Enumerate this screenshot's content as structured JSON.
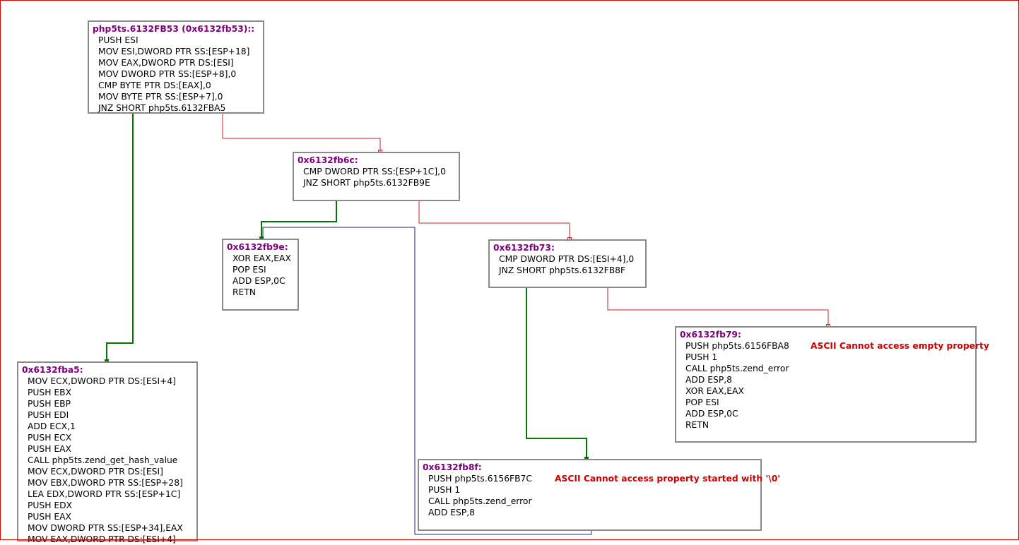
{
  "graph": {
    "blocks": [
      {
        "id": "b-6132fb53",
        "header": "php5ts.6132FB53 (0x6132fb53)::",
        "lines": [
          {
            "text": "PUSH ESI",
            "comment": ""
          },
          {
            "text": "MOV ESI,DWORD PTR SS:[ESP+18]",
            "comment": ""
          },
          {
            "text": "MOV EAX,DWORD PTR DS:[ESI]",
            "comment": ""
          },
          {
            "text": "MOV DWORD PTR SS:[ESP+8],0",
            "comment": ""
          },
          {
            "text": "CMP BYTE PTR DS:[EAX],0",
            "comment": ""
          },
          {
            "text": "MOV BYTE PTR SS:[ESP+7],0",
            "comment": ""
          },
          {
            "text": "JNZ SHORT php5ts.6132FBA5",
            "comment": ""
          }
        ]
      },
      {
        "id": "b-6132fb6c",
        "header": "0x6132fb6c:",
        "lines": [
          {
            "text": "CMP DWORD PTR SS:[ESP+1C],0",
            "comment": ""
          },
          {
            "text": "JNZ SHORT php5ts.6132FB9E",
            "comment": ""
          }
        ]
      },
      {
        "id": "b-6132fb9e",
        "header": "0x6132fb9e:",
        "lines": [
          {
            "text": "XOR EAX,EAX",
            "comment": ""
          },
          {
            "text": "POP ESI",
            "comment": ""
          },
          {
            "text": "ADD ESP,0C",
            "comment": ""
          },
          {
            "text": "RETN",
            "comment": ""
          }
        ]
      },
      {
        "id": "b-6132fb73",
        "header": "0x6132fb73:",
        "lines": [
          {
            "text": "CMP DWORD PTR DS:[ESI+4],0",
            "comment": ""
          },
          {
            "text": "JNZ SHORT php5ts.6132FB8F",
            "comment": ""
          }
        ]
      },
      {
        "id": "b-6132fb79",
        "header": "0x6132fb79:",
        "lines": [
          {
            "text": "PUSH php5ts.6156FBA8",
            "comment": "ASCII Cannot access empty property"
          },
          {
            "text": "PUSH 1",
            "comment": ""
          },
          {
            "text": "CALL php5ts.zend_error",
            "comment": ""
          },
          {
            "text": "ADD ESP,8",
            "comment": ""
          },
          {
            "text": "XOR EAX,EAX",
            "comment": ""
          },
          {
            "text": "POP ESI",
            "comment": ""
          },
          {
            "text": "ADD ESP,0C",
            "comment": ""
          },
          {
            "text": "RETN",
            "comment": ""
          }
        ]
      },
      {
        "id": "b-6132fba5",
        "header": "0x6132fba5:",
        "lines": [
          {
            "text": "MOV ECX,DWORD PTR DS:[ESI+4]",
            "comment": ""
          },
          {
            "text": "PUSH EBX",
            "comment": ""
          },
          {
            "text": "PUSH EBP",
            "comment": ""
          },
          {
            "text": "PUSH EDI",
            "comment": ""
          },
          {
            "text": "ADD ECX,1",
            "comment": ""
          },
          {
            "text": "PUSH ECX",
            "comment": ""
          },
          {
            "text": "PUSH EAX",
            "comment": ""
          },
          {
            "text": "CALL php5ts.zend_get_hash_value",
            "comment": ""
          },
          {
            "text": "MOV ECX,DWORD PTR DS:[ESI]",
            "comment": ""
          },
          {
            "text": "MOV EBX,DWORD PTR SS:[ESP+28]",
            "comment": ""
          },
          {
            "text": "LEA EDX,DWORD PTR SS:[ESP+1C]",
            "comment": ""
          },
          {
            "text": "PUSH EDX",
            "comment": ""
          },
          {
            "text": "PUSH EAX",
            "comment": ""
          },
          {
            "text": "MOV DWORD PTR SS:[ESP+34],EAX",
            "comment": ""
          },
          {
            "text": "MOV EAX,DWORD PTR DS:[ESI+4]",
            "comment": ""
          }
        ]
      },
      {
        "id": "b-6132fb8f",
        "header": "0x6132fb8f:",
        "lines": [
          {
            "text": "PUSH php5ts.6156FB7C",
            "comment": "ASCII Cannot access property started with '\\0'"
          },
          {
            "text": "PUSH 1",
            "comment": ""
          },
          {
            "text": "CALL php5ts.zend_error",
            "comment": ""
          },
          {
            "text": "ADD ESP,8",
            "comment": ""
          }
        ]
      }
    ],
    "colors": {
      "edge_taken": "#007700",
      "edge_fallthrough": "#cc2222",
      "edge_jump": "#1c1c8a",
      "block_border": "#8a8a8a",
      "header_text": "#800080",
      "comment_text": "#cc0000",
      "frame_border": "#e00000"
    }
  }
}
